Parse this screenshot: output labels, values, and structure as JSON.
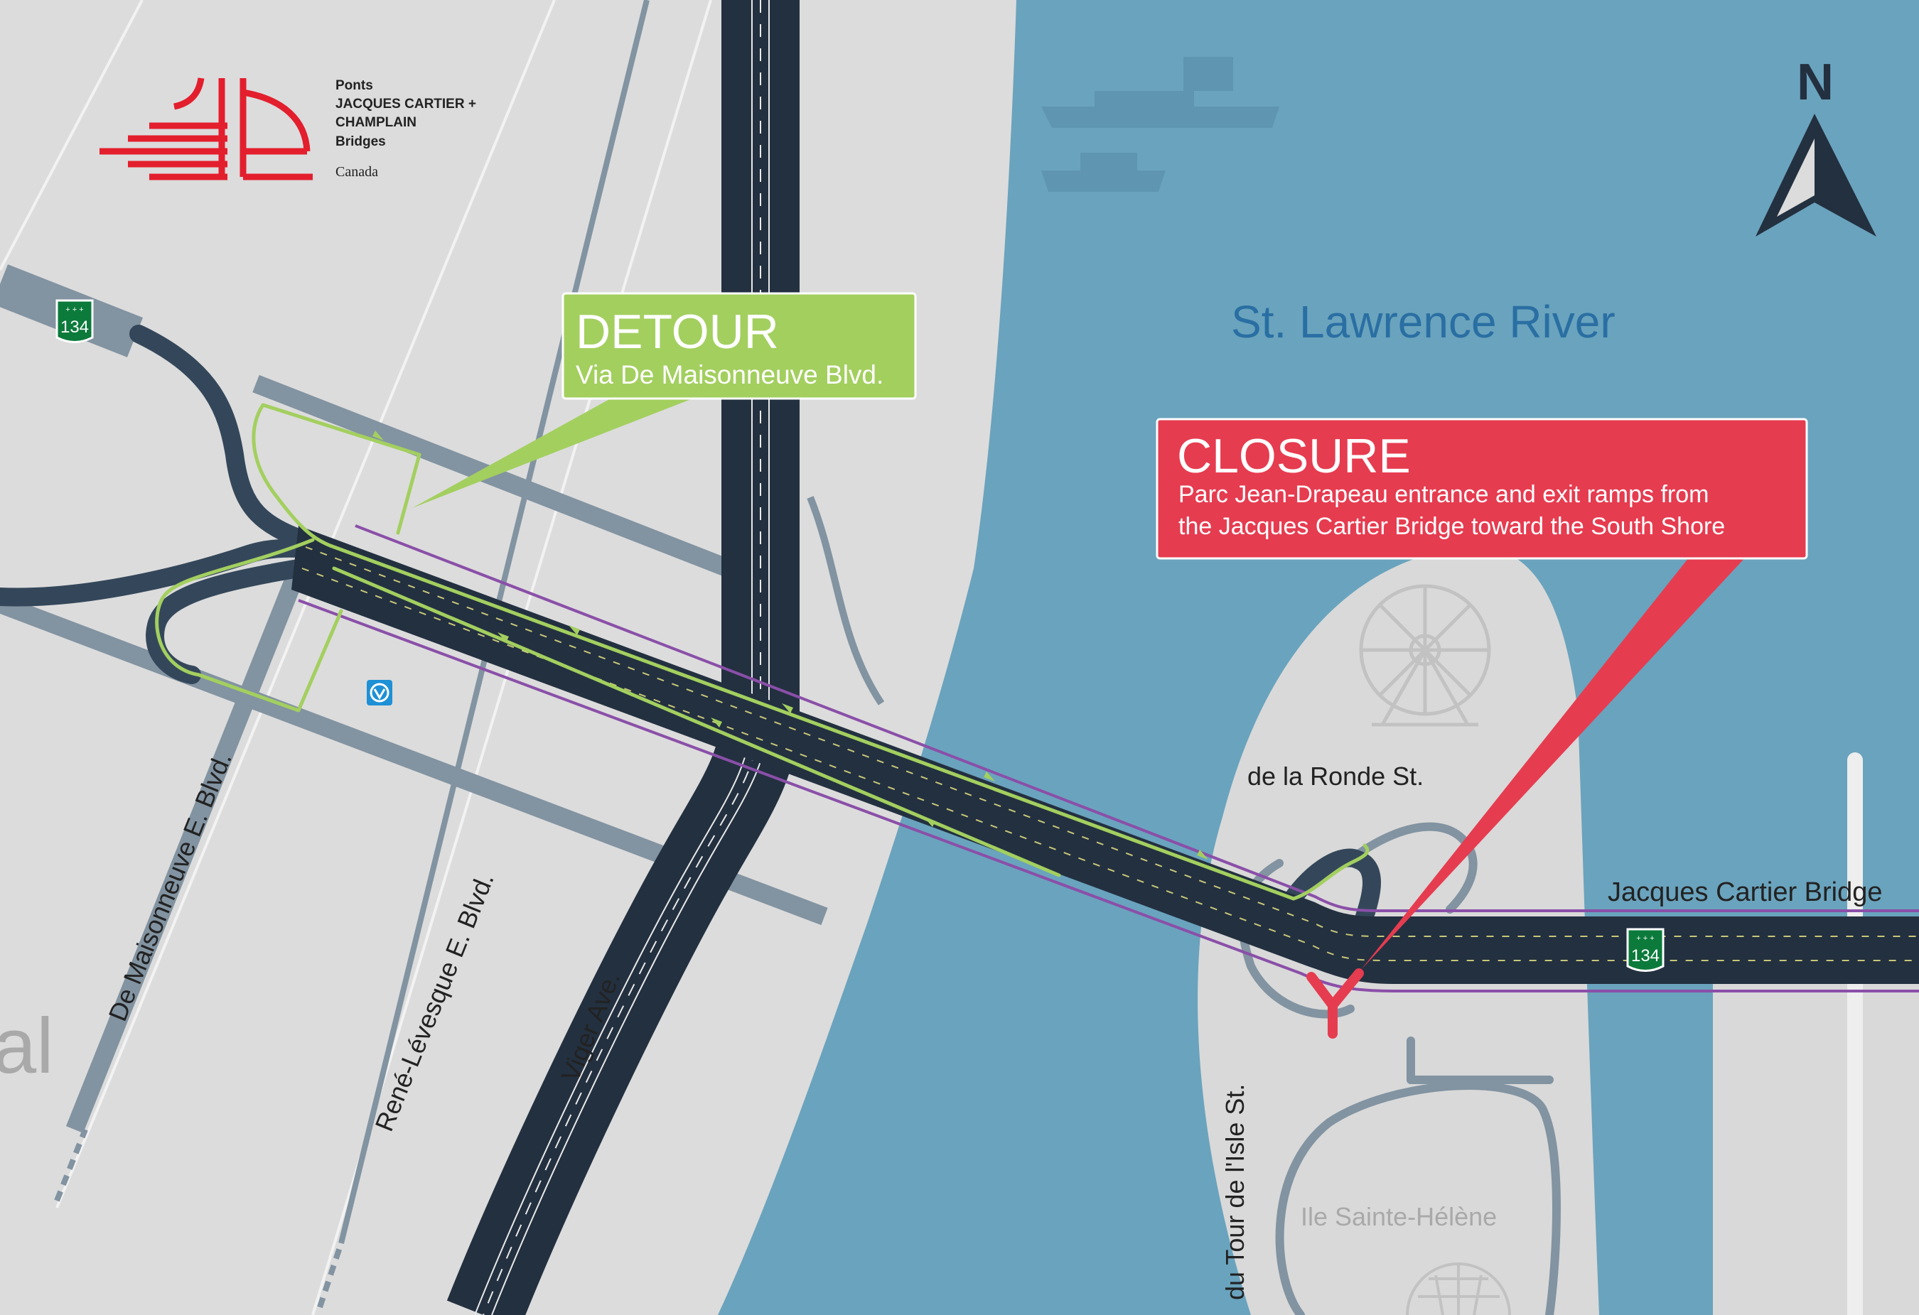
{
  "logo": {
    "line1": "Ponts",
    "line2": "JACQUES CARTIER +",
    "line3": "CHAMPLAIN",
    "line4": "Bridges",
    "wordmark": "Canada"
  },
  "compass": {
    "label": "N"
  },
  "labels": {
    "river": "St. Lawrence River",
    "maisonneuve": "De Maisonneuve E. Blvd.",
    "levesque": "René-Lévesque E. Blvd.",
    "viger": "Viger Ave.",
    "ronde": "de la Ronde St.",
    "bridge": "Jacques Cartier Bridge",
    "tour": "du Tour de l'Isle St.",
    "island": "Ile Sainte-Hélène",
    "city_partial": "al"
  },
  "route_shields": [
    {
      "number": "134"
    },
    {
      "number": "134"
    }
  ],
  "detour": {
    "title": "DETOUR",
    "subtitle": "Via De Maisonneuve Blvd."
  },
  "closure": {
    "title": "CLOSURE",
    "line1": "Parc Jean-Drapeau entrance and exit ramps from",
    "line2": "the Jacques Cartier Bridge toward the South Shore"
  },
  "colors": {
    "water": "#6aa3bd",
    "land": "#dcdcdc",
    "island": "#d9d9d9",
    "road": "#233040",
    "detour": "#a3cf5f",
    "closure": "#e63c50",
    "accent_purple": "#8a4fa8",
    "river_label": "#2a6fa3",
    "shield": "#0b7a3b"
  }
}
